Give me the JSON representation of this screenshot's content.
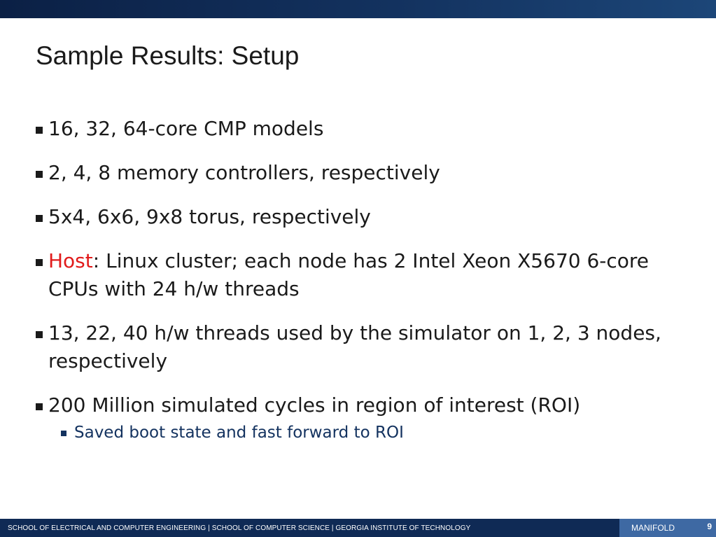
{
  "slide": {
    "title": "Sample Results: Setup",
    "page_number": "9"
  },
  "bullets": [
    {
      "text": "16, 32, 64-core CMP models"
    },
    {
      "text": "2, 4, 8 memory controllers, respectively"
    },
    {
      "text": "5x4, 6x6, 9x8 torus, respectively"
    },
    {
      "highlight": "Host",
      "text": ": Linux cluster; each node has 2 Intel Xeon X5670 6-core CPUs with 24 h/w threads"
    },
    {
      "text": "13, 22, 40 h/w threads used by the simulator on 1, 2, 3 nodes, respectively"
    },
    {
      "text": "200 Million simulated cycles in region of interest (ROI)"
    }
  ],
  "sub_bullets": [
    {
      "text": "Saved boot state and fast forward to ROI"
    }
  ],
  "footer": {
    "text": "SCHOOL OF ELECTRICAL AND COMPUTER ENGINEERING | SCHOOL OF COMPUTER SCIENCE | GEORGIA INSTITUTE OF TECHNOLOGY",
    "brand": "MANIFOLD"
  },
  "colors": {
    "header_bar": "#13325f",
    "footer_bar": "#0f2a55",
    "footer_panel": "#3e69a3",
    "highlight": "#e11b1b",
    "body_text": "#1a1a1a",
    "sub_bullet_text": "#13325f"
  }
}
